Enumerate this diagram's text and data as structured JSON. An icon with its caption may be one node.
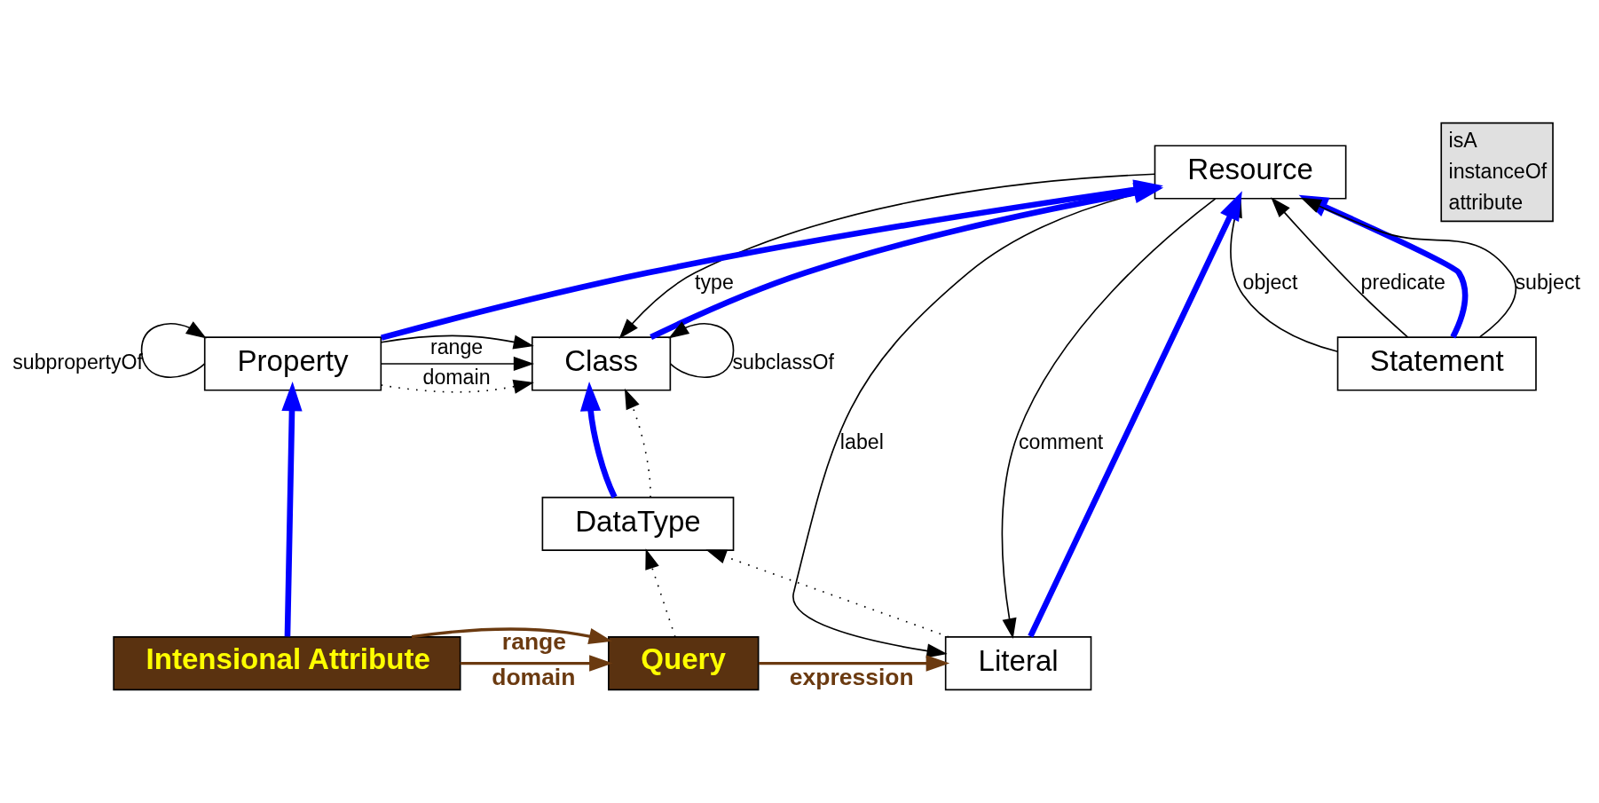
{
  "diagram": {
    "nodes": [
      {
        "text": [
          "Resource"
        ]
      },
      {
        "text": [
          "Property"
        ]
      },
      {
        "text": [
          "Class"
        ]
      },
      {
        "text": [
          "Statement"
        ]
      },
      {
        "text": [
          "DataType"
        ]
      },
      {
        "text": [
          "Intensional Attribute"
        ]
      },
      {
        "text": [
          "Query"
        ]
      },
      {
        "text": [
          "Literal"
        ]
      }
    ],
    "edges": [
      {
        "from": 1,
        "to": 0,
        "arrow": "to",
        "style": "thick",
        "color": "#0000ff"
      },
      {
        "from": 2,
        "to": 0,
        "arrow": "to",
        "style": "thick",
        "color": "#0000ff"
      },
      {
        "from": 0,
        "to": 2,
        "arrow": "to",
        "label": "type"
      },
      {
        "from": 7,
        "to": 0,
        "arrow": "to",
        "style": "thick",
        "color": "#0000ff"
      },
      {
        "from": 3,
        "to": 0,
        "arrow": "to",
        "style": "thick",
        "color": "#0000ff"
      },
      {
        "from": 3,
        "to": 0,
        "arrow": "to",
        "label": "subject"
      },
      {
        "from": 3,
        "to": 0,
        "arrow": "to",
        "label": "object"
      },
      {
        "from": 3,
        "to": 0,
        "arrow": "to",
        "label": "predicate"
      },
      {
        "from": 0,
        "to": 7,
        "arrow": "to",
        "label": "label"
      },
      {
        "from": 0,
        "to": 7,
        "arrow": "to",
        "label": "comment"
      },
      {
        "from": 1,
        "to": 1,
        "arrow": "to",
        "label": "subpropertyOf"
      },
      {
        "from": 1,
        "to": 2,
        "arrow": "to",
        "label": "range"
      },
      {
        "from": 1,
        "to": 2,
        "arrow": "to",
        "style": "dashed"
      },
      {
        "from": 1,
        "to": 2,
        "arrow": "to",
        "label": "domain"
      },
      {
        "from": 2,
        "to": 2,
        "arrow": "to",
        "label": "subclassOf"
      },
      {
        "from": 4,
        "to": 2,
        "arrow": "to",
        "style": "thick",
        "color": "#0000ff"
      },
      {
        "from": 4,
        "to": 2,
        "arrow": "to",
        "style": "dashed"
      },
      {
        "from": 5,
        "to": 1,
        "arrow": "to",
        "style": "thick",
        "color": "#0000ff"
      },
      {
        "from": 5,
        "to": 6,
        "arrow": "to",
        "label": "range",
        "color": "#6b3a10"
      },
      {
        "from": 5,
        "to": 6,
        "arrow": "to",
        "label": "domain",
        "color": "#6b3a10"
      },
      {
        "from": 6,
        "to": 4,
        "arrow": "to",
        "style": "dashed"
      },
      {
        "from": 7,
        "to": 4,
        "arrow": "to",
        "style": "dashed"
      },
      {
        "from": 6,
        "to": 7,
        "arrow": "to",
        "label": "expression",
        "color": "#6b3a10"
      }
    ],
    "legend": [
      {
        "text": "isA"
      },
      {
        "text": "instanceOf"
      },
      {
        "text": "attribute"
      }
    ]
  }
}
